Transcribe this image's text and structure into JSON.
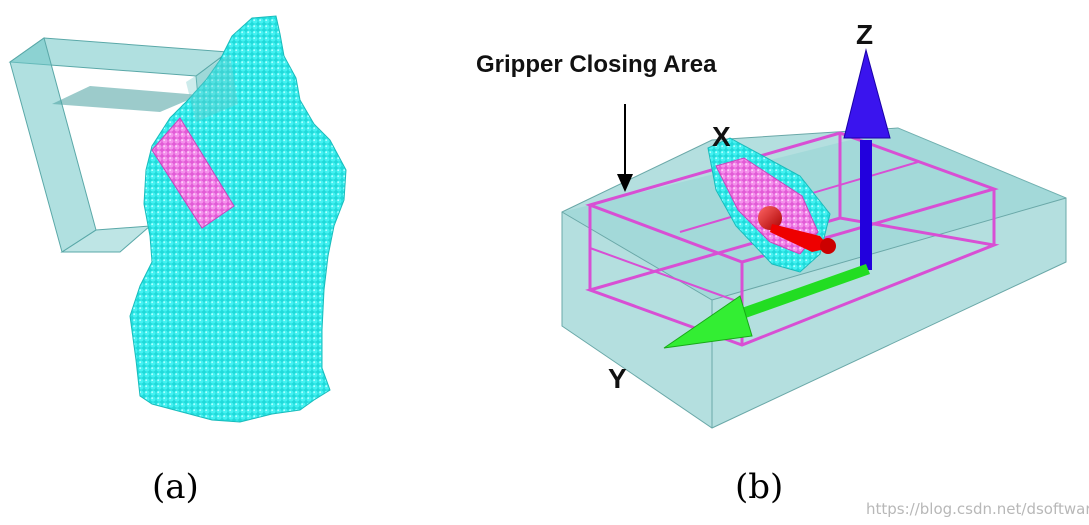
{
  "panel_a": {
    "caption": "(a)"
  },
  "panel_b": {
    "caption": "(b)",
    "annotation": "Gripper Closing Area",
    "axis_x": "X",
    "axis_y": "Y",
    "axis_z": "Z"
  },
  "watermark": "https://blog.csdn.net/dsoftware",
  "colors": {
    "voxel_cyan": "#22e0e0",
    "voxel_pink": "#ee66dd",
    "gripper_teal": "#6fc6c6",
    "box_magenta": "#d84fd4",
    "axis_blue": "#2200dd",
    "axis_green": "#22dd22",
    "axis_red": "#ee0000"
  }
}
